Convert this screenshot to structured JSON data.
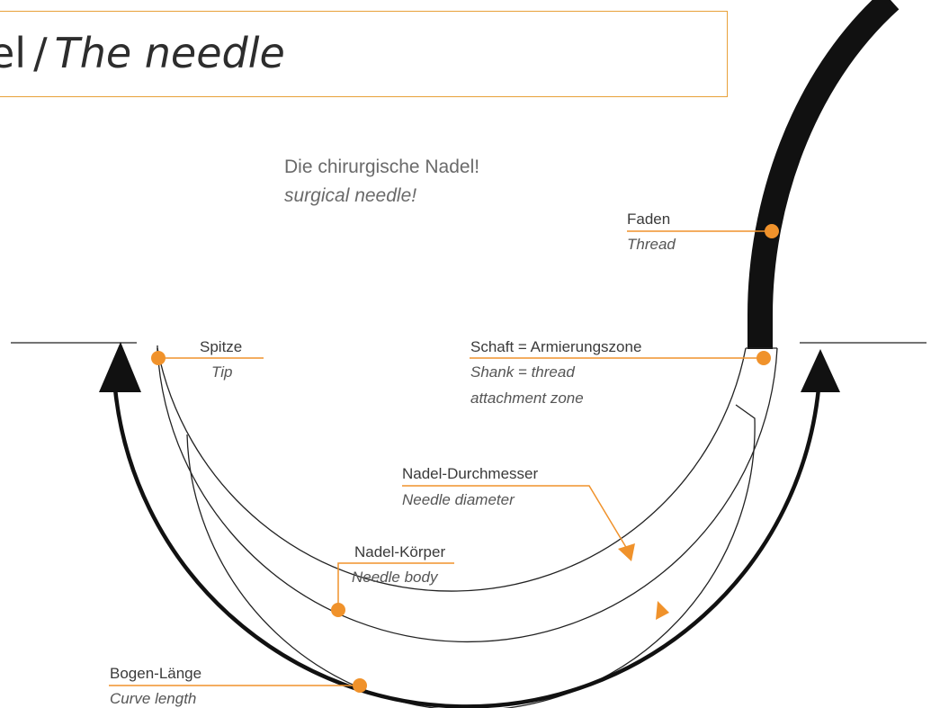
{
  "title": {
    "de": "el",
    "separator": "/",
    "en": "The needle"
  },
  "intro": {
    "de": "Die chirurgische Nadel!",
    "en": "surgical needle!"
  },
  "colors": {
    "accent": "#f0922b",
    "ink": "#111111",
    "frame": "#e8a13a"
  },
  "labels": {
    "thread": {
      "de": "Faden",
      "en": "Thread"
    },
    "tip": {
      "de": "Spitze",
      "en": "Tip"
    },
    "shank": {
      "de": "Schaft = Armierungszone",
      "en_line1": "Shank = thread",
      "en_line2": "attachment zone"
    },
    "diameter": {
      "de": "Nadel-Durchmesser",
      "en": "Needle diameter"
    },
    "body": {
      "de": "Nadel-Körper",
      "en": "Needle body"
    },
    "curve": {
      "de": "Bogen-Länge",
      "en": "Curve length"
    }
  }
}
